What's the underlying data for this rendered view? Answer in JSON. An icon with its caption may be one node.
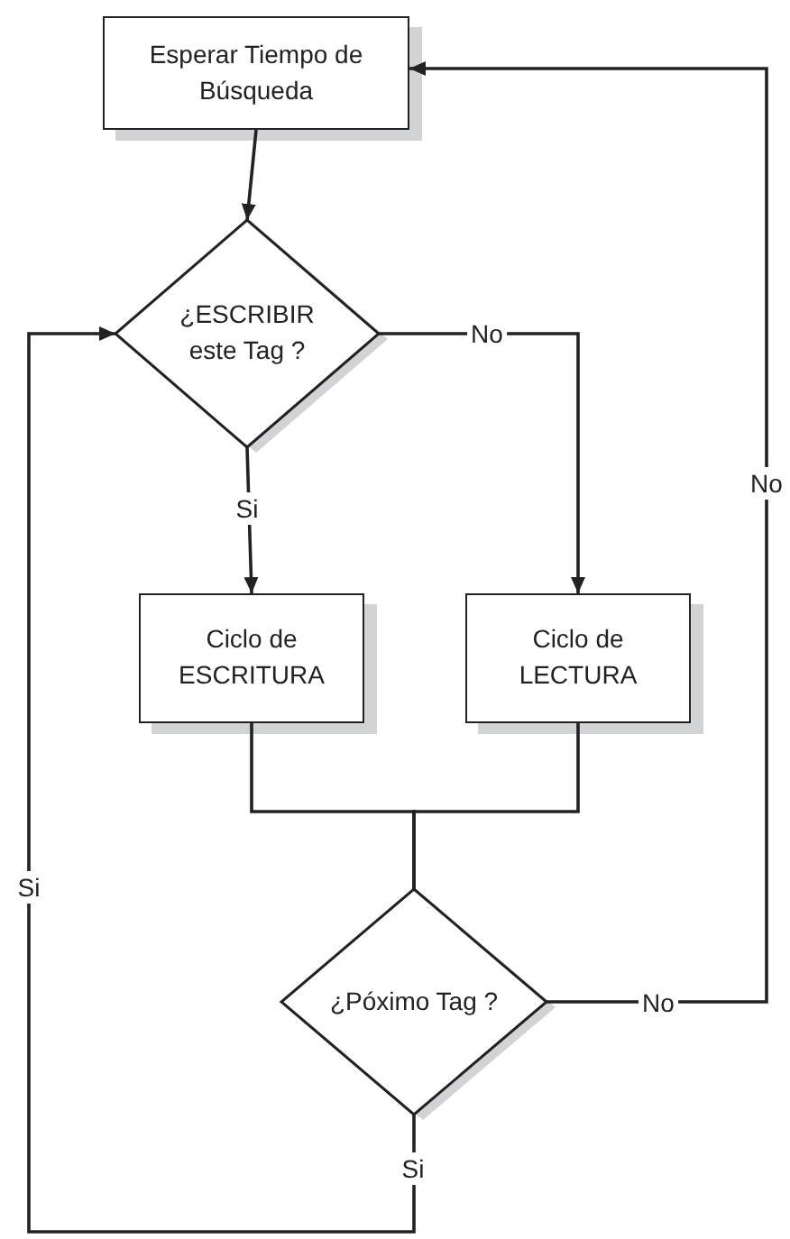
{
  "diagram": {
    "nodes": [
      {
        "text": [
          "Esperar Tiempo de Búsqueda"
        ]
      },
      {
        "text": [
          "¿ESCRIBIR este Tag ?"
        ]
      },
      {
        "text": [
          "Ciclo de ESCRITURA"
        ]
      },
      {
        "text": [
          "Ciclo de LECTURA"
        ]
      },
      {
        "text": [
          "¿Póximo Tag ?"
        ]
      }
    ],
    "edges": [
      {
        "from": 0,
        "to": 1,
        "arrow": "to"
      },
      {
        "from": 1,
        "to": 2,
        "arrow": "to",
        "label": "Si"
      },
      {
        "from": 1,
        "to": 3,
        "arrow": "to",
        "label": "No"
      },
      {
        "from": 2,
        "to": 4,
        "arrow": "none"
      },
      {
        "from": 3,
        "to": 4,
        "arrow": "none"
      },
      {
        "from": 4,
        "to": 0,
        "arrow": "to",
        "label": "No"
      },
      {
        "from": 4,
        "to": 1,
        "arrow": "to",
        "label": "Si"
      }
    ],
    "labels": [
      "No",
      "Si"
    ]
  }
}
